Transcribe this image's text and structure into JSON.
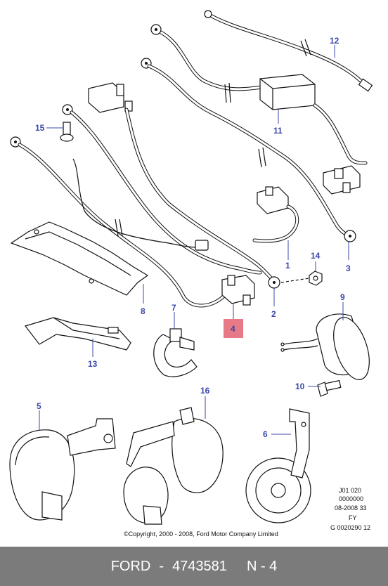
{
  "diagram": {
    "callouts": [
      "1",
      "2",
      "3",
      "4",
      "5",
      "6",
      "7",
      "8",
      "9",
      "10",
      "11",
      "12",
      "13",
      "14",
      "15",
      "16"
    ],
    "highlighted_callout": "4",
    "highlight_color": "#e87a87",
    "callout_color": "#3b48a8",
    "reference_block": [
      "J01 020",
      "0000000",
      "08-2008 33",
      "FY",
      "G 0020290 12"
    ],
    "copyright": "©Copyright, 2000 - 2008, Ford Motor Company Limited"
  },
  "footer": {
    "brand": "FORD",
    "separator": "-",
    "part_number": "4743581",
    "position": "N - 4",
    "background": "#7b7b7b"
  }
}
